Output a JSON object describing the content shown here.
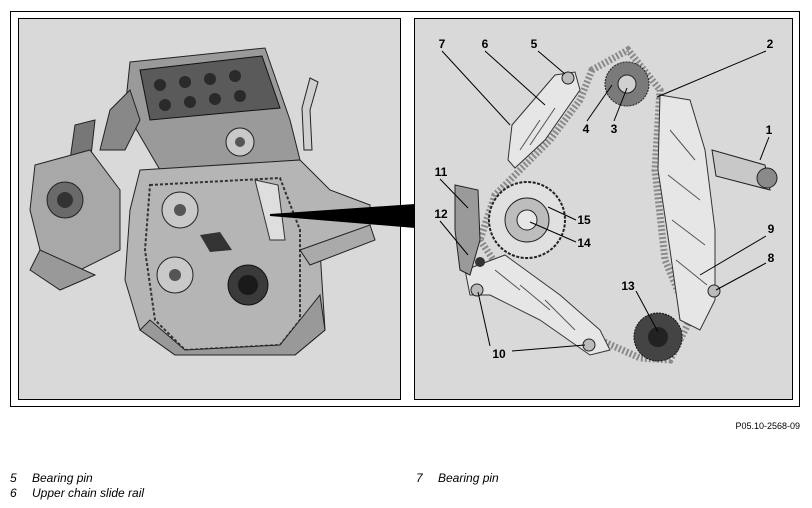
{
  "figure_ref": "P05.10-2568-09",
  "callouts": [
    "1",
    "2",
    "3",
    "4",
    "5",
    "6",
    "7",
    "8",
    "9",
    "10",
    "11",
    "12",
    "13",
    "14",
    "15"
  ],
  "legend": [
    {
      "num": "5",
      "label": "Bearing pin"
    },
    {
      "num": "6",
      "label": "Upper chain slide rail"
    },
    {
      "num": "7",
      "label": "Bearing pin"
    }
  ],
  "colors": {
    "panel_bg": "#d9d9d9",
    "part_fill": "#e6e6e6",
    "dark": "#3a3a3a"
  }
}
